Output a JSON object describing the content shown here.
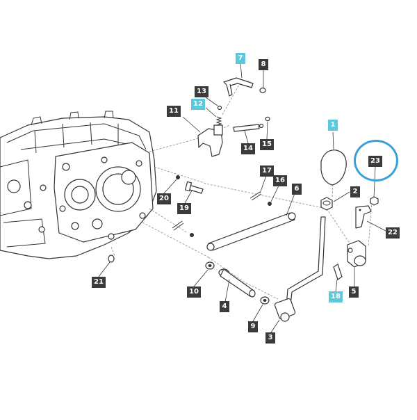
{
  "diagram": {
    "highlight_color": "#3aa0d8",
    "label_dark_color": "#3b3b3b",
    "label_cyan_color": "#5cc8dc",
    "callouts": [
      {
        "id": "c1",
        "text": "1",
        "style": "cyan"
      },
      {
        "id": "c2",
        "text": "2",
        "style": "dark"
      },
      {
        "id": "c3",
        "text": "3",
        "style": "dark"
      },
      {
        "id": "c4",
        "text": "4",
        "style": "dark"
      },
      {
        "id": "c5",
        "text": "5",
        "style": "dark"
      },
      {
        "id": "c6",
        "text": "6",
        "style": "dark"
      },
      {
        "id": "c7",
        "text": "7",
        "style": "cyan"
      },
      {
        "id": "c8",
        "text": "8",
        "style": "dark"
      },
      {
        "id": "c9",
        "text": "9",
        "style": "dark"
      },
      {
        "id": "c10",
        "text": "10",
        "style": "dark"
      },
      {
        "id": "c11",
        "text": "11",
        "style": "dark"
      },
      {
        "id": "c12",
        "text": "12",
        "style": "cyan"
      },
      {
        "id": "c13",
        "text": "13",
        "style": "dark"
      },
      {
        "id": "c14",
        "text": "14",
        "style": "dark"
      },
      {
        "id": "c15",
        "text": "15",
        "style": "dark"
      },
      {
        "id": "c16",
        "text": "16",
        "style": "dark"
      },
      {
        "id": "c17",
        "text": "17",
        "style": "dark"
      },
      {
        "id": "c18",
        "text": "18",
        "style": "cyan"
      },
      {
        "id": "c19",
        "text": "19",
        "style": "dark"
      },
      {
        "id": "c20",
        "text": "20",
        "style": "dark"
      },
      {
        "id": "c21",
        "text": "21",
        "style": "dark"
      },
      {
        "id": "c22",
        "text": "22",
        "style": "dark"
      },
      {
        "id": "c23",
        "text": "23",
        "style": "dark"
      }
    ],
    "highlighted_callout": "23"
  }
}
